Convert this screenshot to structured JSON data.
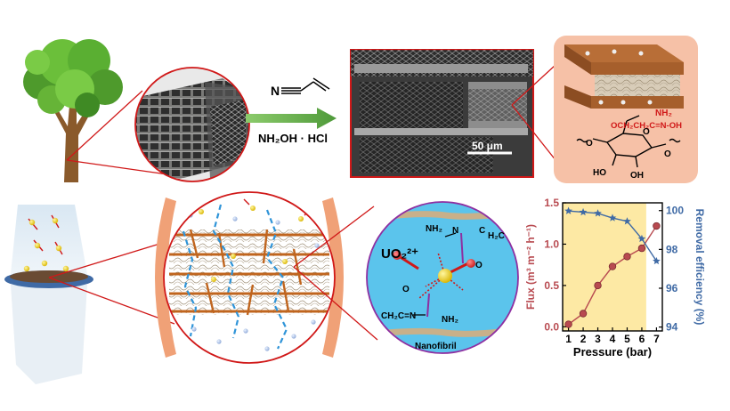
{
  "scheme": {
    "reagent_top": "N≡C—CH=CH₂ (acrylonitrile)",
    "reagent_bottom": "NH₂OH · HCl",
    "scale_bar": "50 μm",
    "structure": {
      "nh2": "NH₂",
      "chain": "OCH₂CH₂C=N-OH",
      "ho_left": "HO",
      "oh_bottom": "OH",
      "o_ring": "O",
      "o_left": "O",
      "o_right": "O"
    },
    "uranyl": "UO₂²⁺",
    "complex": {
      "nh2_top": "NH₂",
      "n_top": "N",
      "c_top": "C",
      "ch2_top": "H₂C",
      "o_top": "O",
      "o_bottom": "O",
      "chain_bottom": "CH₂C=N",
      "nh2_bottom": "NH₂"
    },
    "nanofibril": "Nanofibril"
  },
  "chart_data": {
    "type": "line",
    "x": [
      1,
      2,
      3,
      4,
      5,
      6,
      7
    ],
    "xlabel": "Pressure (bar)",
    "xlim": [
      0.6,
      7.4
    ],
    "xticks": [
      1,
      2,
      3,
      4,
      5,
      6,
      7
    ],
    "highlight_x_range": [
      0.6,
      6.3
    ],
    "highlight_color": "#fde9a4",
    "series": [
      {
        "axis": "left",
        "values": [
          0.03,
          0.16,
          0.5,
          0.73,
          0.85,
          0.95,
          1.22
        ],
        "color": "#b84a50",
        "marker": "circle"
      },
      {
        "axis": "right",
        "values": [
          99.98,
          99.92,
          99.86,
          99.62,
          99.45,
          98.55,
          97.4
        ],
        "color": "#3f6aa5",
        "marker": "star"
      }
    ],
    "ylabel": "Flux (m³ m⁻² h⁻¹)",
    "ylim": [
      -0.05,
      1.5
    ],
    "yticks": [
      "0.0",
      "0.5",
      "1.0",
      "1.5"
    ],
    "y2label": "Removal efficiency (%)",
    "y2lim": [
      93.8,
      100.4
    ],
    "y2ticks": [
      "94",
      "96",
      "98",
      "100"
    ]
  }
}
